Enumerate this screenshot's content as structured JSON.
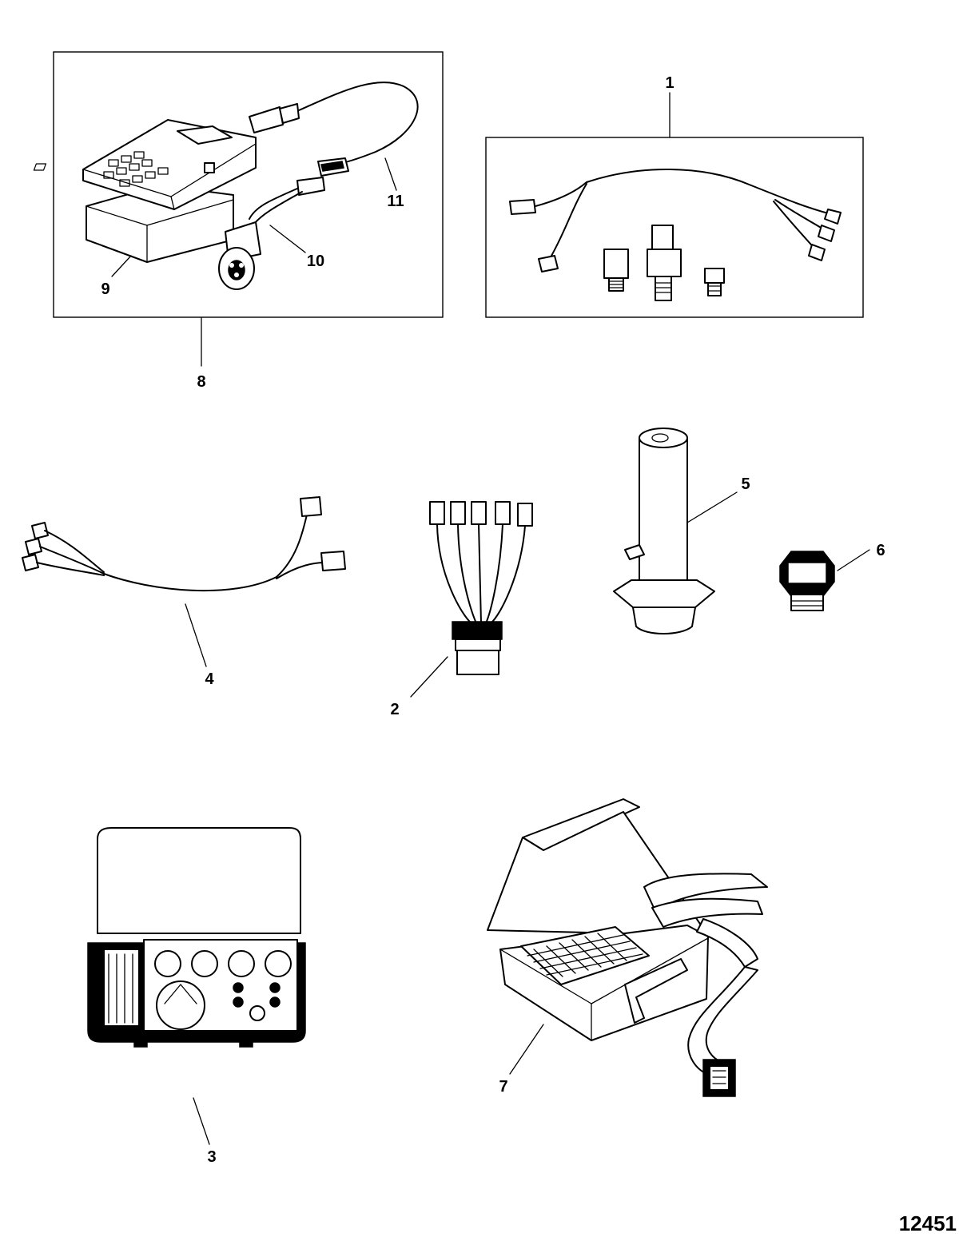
{
  "callouts": [
    {
      "id": "1",
      "label": "1"
    },
    {
      "id": "2",
      "label": "2"
    },
    {
      "id": "3",
      "label": "3"
    },
    {
      "id": "4",
      "label": "4"
    },
    {
      "id": "5",
      "label": "5"
    },
    {
      "id": "6",
      "label": "6"
    },
    {
      "id": "7",
      "label": "7"
    },
    {
      "id": "8",
      "label": "8"
    },
    {
      "id": "9",
      "label": "9"
    },
    {
      "id": "10",
      "label": "10"
    },
    {
      "id": "11",
      "label": "11"
    }
  ],
  "drawing_number": "12451"
}
